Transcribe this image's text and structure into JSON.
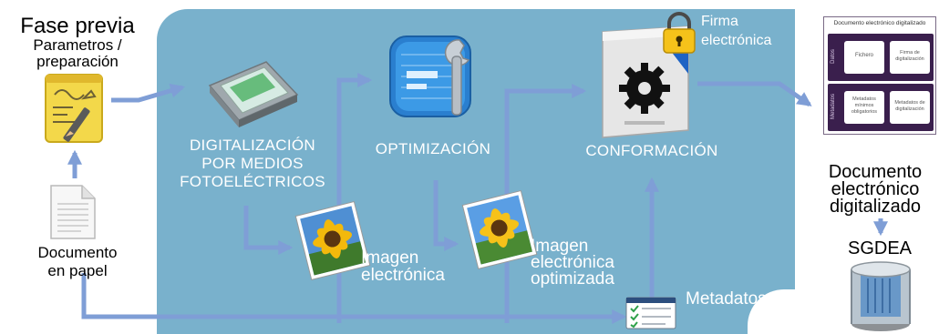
{
  "diagram": {
    "fase_title": "Fase previa",
    "fase_subtitle_1": "Parametros /",
    "fase_subtitle_2": "preparación",
    "documento_papel_1": "Documento",
    "documento_papel_2": "en papel",
    "digitalizacion_1": "DIGITALIZACIÓN",
    "digitalizacion_2": "POR MEDIOS",
    "digitalizacion_3": "FOTOELÉCTRICOS",
    "optimizacion": "OPTIMIZACIÓN",
    "conformacion": "CONFORMACIÓN",
    "firma_1": "Firma",
    "firma_2": "electrónica",
    "imagen_1": "Imagen",
    "imagen_2": "electrónica",
    "imagen_opt_1": "Imagen",
    "imagen_opt_2": "electrónica",
    "imagen_opt_3": "optimizada",
    "metadatos": "Metadatos",
    "doc_box_title": "Documento electrónico digitalizado",
    "doc_box_datos": "Datos",
    "doc_box_metadatos": "Metadatos",
    "doc_box_fichero": "Fichero",
    "doc_box_firma_1": "Firma de",
    "doc_box_firma_2": "digitalización",
    "doc_box_meta_min_1": "Metadatos",
    "doc_box_meta_min_2": "mínimos",
    "doc_box_meta_min_3": "obligatorios",
    "doc_box_meta_dig_1": "Metadatos de",
    "doc_box_meta_dig_2": "digitalización",
    "doc_elec_1": "Documento",
    "doc_elec_2": "electrónico",
    "doc_elec_3": "digitalizado",
    "sgdea": "SGDEA"
  },
  "colors": {
    "panel": "#79b1cc",
    "arrow": "#7f9ed6",
    "doc_box": "#3a1f4d"
  },
  "icons": [
    "notepad-icon",
    "paper-document-icon",
    "scanner-icon",
    "optimization-tool-icon",
    "server-gear-icon",
    "padlock-icon",
    "sunflower-photo-icon",
    "checklist-icon",
    "database-icon"
  ]
}
